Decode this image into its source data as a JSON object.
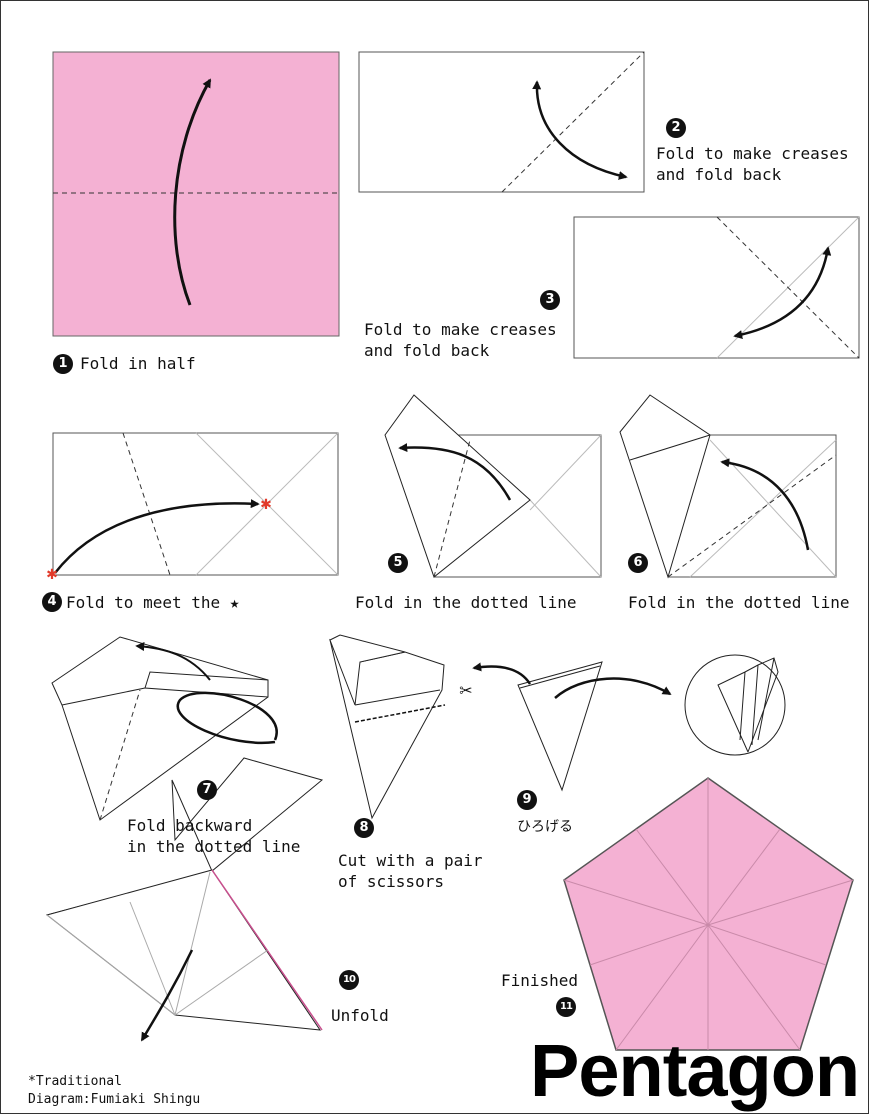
{
  "colors": {
    "paper_pink": "#f4b1d3",
    "ink": "#111111",
    "star_red": "#e23a2a"
  },
  "steps": [
    {
      "num": "1",
      "text": "Fold in half"
    },
    {
      "num": "2",
      "text": "Fold to make creases\nand fold back"
    },
    {
      "num": "3",
      "text": "Fold to make creases\nand fold back"
    },
    {
      "num": "4",
      "text": "Fold to meet the ★"
    },
    {
      "num": "5",
      "text": "Fold in the dotted line"
    },
    {
      "num": "6",
      "text": "Fold in the dotted line"
    },
    {
      "num": "7",
      "text": "Fold backward\n in the dotted line"
    },
    {
      "num": "8",
      "text": "Cut with a pair\nof scissors"
    },
    {
      "num": "9",
      "text": "ひろげる"
    },
    {
      "num": "10",
      "text": "Unfold"
    },
    {
      "num": "11",
      "text": "Finished"
    }
  ],
  "title": "Pentagon",
  "credit": "*Traditional\n Diagram:Fumiaki Shingu",
  "icons": {
    "scissors": "scissors-icon",
    "star": "star-icon"
  }
}
